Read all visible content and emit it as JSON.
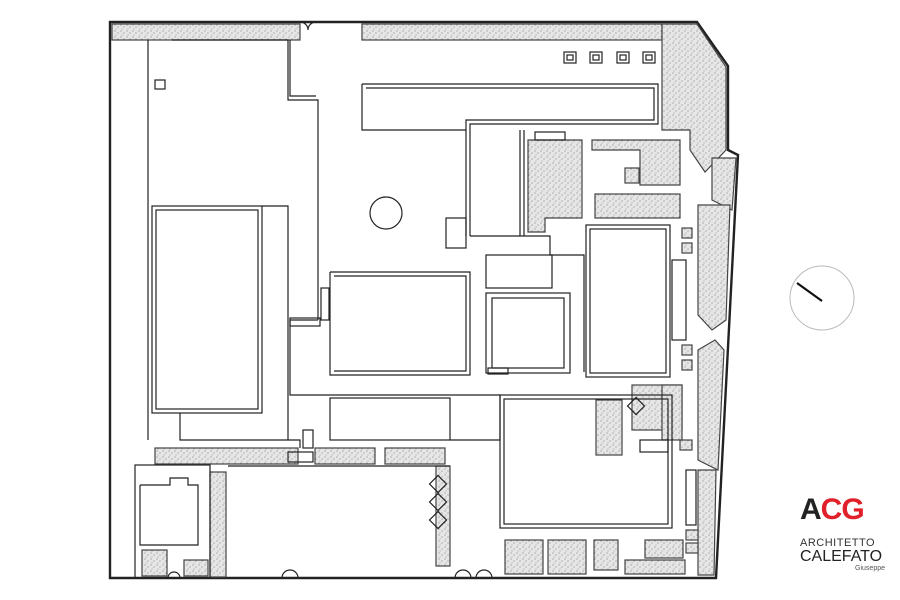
{
  "logo": {
    "mark_a": "A",
    "mark_cg": "CG",
    "line1": "ARCHITETTO",
    "line2": "CALEFATO",
    "line3": "Giuseppe"
  },
  "colors": {
    "accent": "#e0202a",
    "hatch_fill": "#e6e6e6",
    "hatch_dots": "#8a8a8a"
  }
}
